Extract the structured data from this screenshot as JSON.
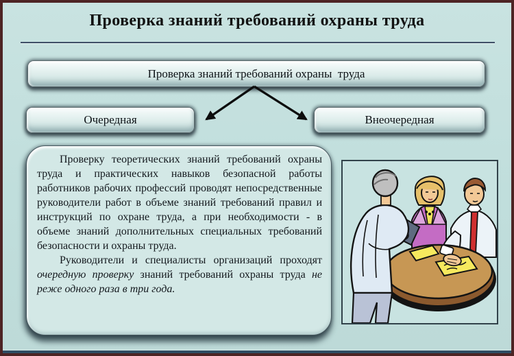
{
  "page": {
    "title": "Проверка знаний требований охраны труда"
  },
  "flowchart": {
    "root_label": "Проверка знаний требований охраны  труда",
    "left_label": "Очередная",
    "right_label": "Внеочередная"
  },
  "body": {
    "paragraph1": "Проверку теоретических знаний требований охраны труда и практических навыков безопасной работы работников рабочих профессий проводят непосредственные руководители работ в объеме знаний требований правил и инструкций по охране труда, а при необходимости - в объеме знаний дополнительных специальных требований безопасности и охраны труда.",
    "paragraph2": {
      "part1": "Руководители и специалисты организаций проходят ",
      "part2_italic": "очередную проверку",
      "part3": " знаний требований охраны труда ",
      "part4_italic": "не реже одного раза в три года."
    }
  },
  "colors": {
    "background": "#c0dedc",
    "frame_border": "#4d2424",
    "bottom_bar": "#2f4d63",
    "box_fill_light": "#edf6f5",
    "box_fill_dark": "#bed4d4",
    "panel_fill": "#d3e8e6",
    "text": "#13181d",
    "arrow": "#0d0d0d",
    "table_top": "#c79754",
    "table_side": "#8c5a2e",
    "paper_yellow": "#f6e95e",
    "jacket_purple": "#c46cc4",
    "tie_red": "#cf2f2f",
    "standing_shirt": "#dfeaf4",
    "seated_shirt": "#ecf3f8",
    "skin": "#f2c896"
  }
}
